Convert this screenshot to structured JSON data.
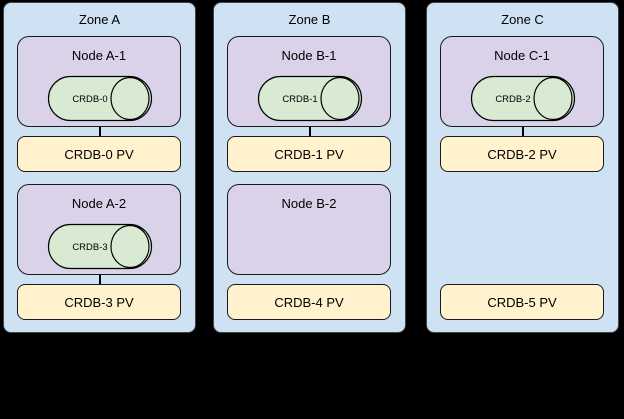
{
  "colors": {
    "background": "#000000",
    "zone_fill": "#cfe2f3",
    "zone_border": "#40454c",
    "node_fill": "#d9d2e9",
    "cylinder_fill": "#d9ead3",
    "pv_fill": "#fff2cc",
    "shape_border": "#000000"
  },
  "zones": {
    "a": {
      "title": "Zone A",
      "node1": {
        "title": "Node A-1",
        "cylinder": "CRDB-0"
      },
      "pv1": "CRDB-0 PV",
      "node2": {
        "title": "Node A-2",
        "cylinder": "CRDB-3"
      },
      "pv2": "CRDB-3 PV"
    },
    "b": {
      "title": "Zone B",
      "node1": {
        "title": "Node B-1",
        "cylinder": "CRDB-1"
      },
      "pv1": "CRDB-1 PV",
      "node2": {
        "title": "Node B-2"
      },
      "pv2": "CRDB-4 PV"
    },
    "c": {
      "title": "Zone C",
      "node1": {
        "title": "Node C-1",
        "cylinder": "CRDB-2"
      },
      "pv1": "CRDB-2 PV",
      "pv2": "CRDB-5 PV"
    }
  }
}
